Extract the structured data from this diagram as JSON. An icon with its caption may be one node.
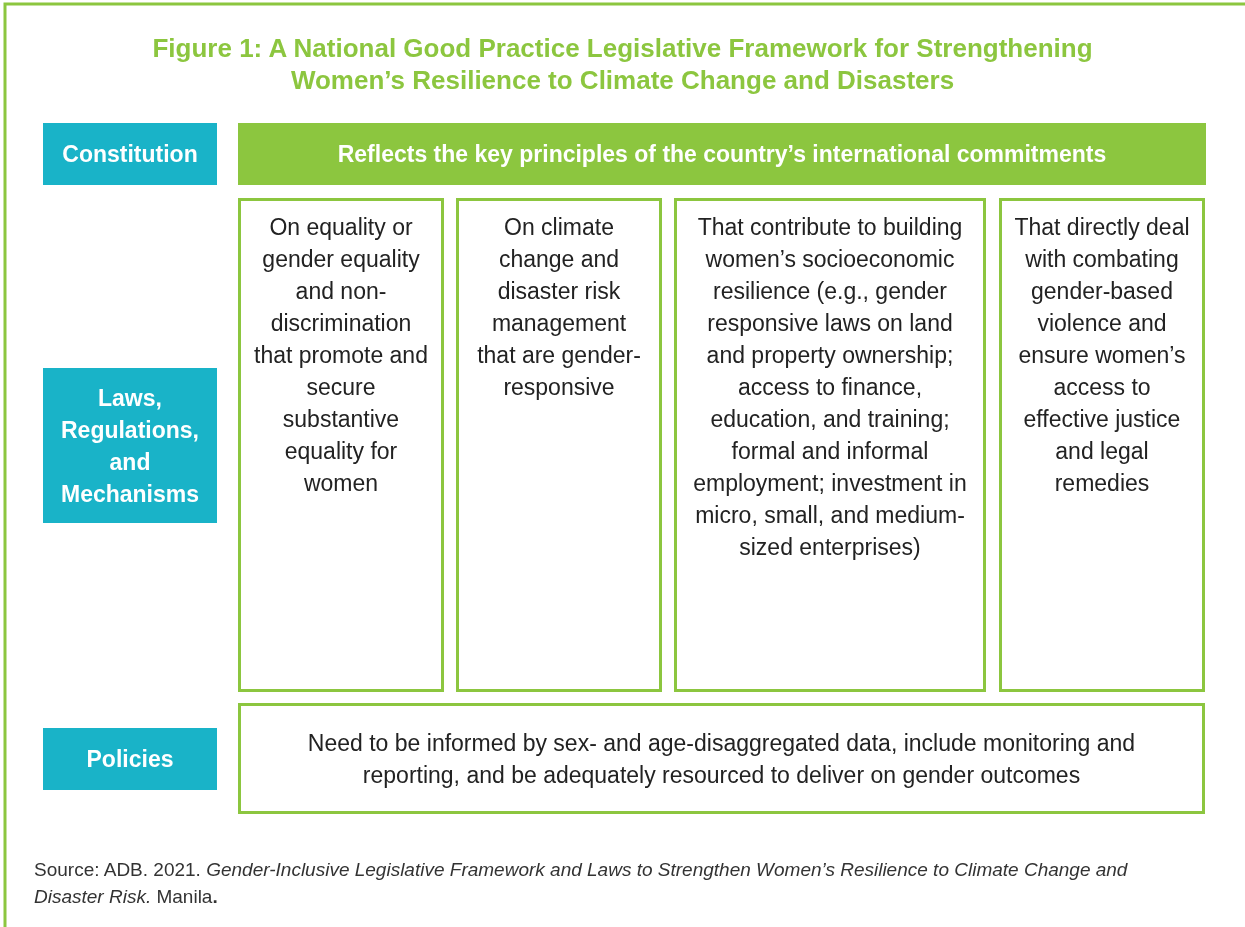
{
  "diagram": {
    "title": "Figure 1: A National Good Practice Legislative Framework for Strengthening Women’s Resilience to Climate Change and Disasters",
    "caption": "Source: ADB. 2021. *Gender-Inclusive Legislative Framework and Laws to Strengthen Women’s Resilience to Climate Change and Disaster Risk.* Manila**.**",
    "nodes": [
      {
        "text": [
          "Constitution"
        ]
      },
      {
        "text": [
          "Reflects the key principles of the country’s international commitments"
        ]
      },
      {
        "text": [
          "Laws, Regulations, and Mechanisms"
        ]
      },
      {
        "text": [
          "On equality or gender equality and non-discrimination that promote and secure substantive equality for women"
        ]
      },
      {
        "text": [
          "On climate change and disaster risk management that are gender-responsive"
        ]
      },
      {
        "text": [
          "That contribute to building women’s socioeconomic resilience (e.g., gender responsive laws on land and property ownership; access to finance, education, and training; formal and informal employment; investment in micro, small, and medium-sized enterprises)"
        ]
      },
      {
        "text": [
          "That directly deal with combating gender-based violence and ensure women’s access to effective justice and legal remedies"
        ]
      },
      {
        "text": [
          "Policies"
        ]
      },
      {
        "text": [
          "Need to be informed by sex- and age-disaggregated data, include monitoring and reporting, and be adequately resourced to deliver on gender outcomes"
        ]
      }
    ],
    "edges": []
  }
}
